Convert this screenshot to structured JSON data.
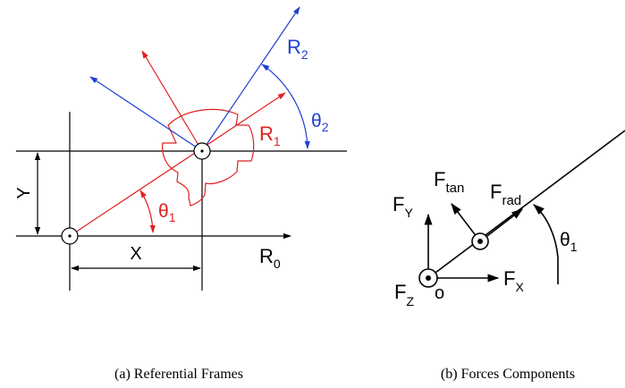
{
  "panel_a": {
    "label_x": "X",
    "label_y": "Y",
    "label_r0_main": "R",
    "label_r0_sub": "0",
    "label_r1_main": "R",
    "label_r1_sub": "1",
    "label_r2_main": "R",
    "label_r2_sub": "2",
    "label_theta1_main": "θ",
    "label_theta1_sub": "1",
    "label_theta2_main": "θ",
    "label_theta2_sub": "2",
    "caption": "(a) Referential Frames"
  },
  "panel_b": {
    "label_fy_main": "F",
    "label_fy_sub": "Y",
    "label_ftan_main": "F",
    "label_ftan_sub": "tan",
    "label_frad_main": "F",
    "label_frad_sub": "rad",
    "label_fx_main": "F",
    "label_fx_sub": "X",
    "label_fz_main": "F",
    "label_fz_sub": "Z",
    "label_origin": "o",
    "label_theta1_main": "θ",
    "label_theta1_sub": "1",
    "caption": "(b) Forces Components"
  },
  "colors": {
    "frame_r1": "#e02020",
    "frame_r2": "#1f3fd0",
    "ink": "#000000"
  }
}
